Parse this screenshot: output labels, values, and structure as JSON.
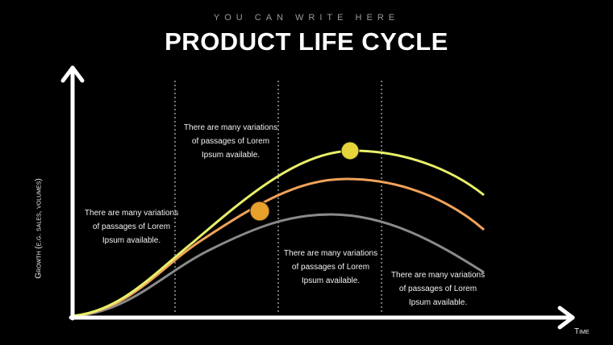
{
  "header": {
    "subtitle": "YOU CAN WRITE HERE",
    "title": "PRODUCT LIFE CYCLE"
  },
  "axes": {
    "y_label": "Growth (e.g. sales, volumes)",
    "x_label": "Time"
  },
  "notes": [
    {
      "line1": "There are many variations",
      "line2": "of passages of Lorem",
      "line3": "Ipsum available."
    },
    {
      "line1": "There are many variations",
      "line2": "of passages of Lorem",
      "line3": "Ipsum available."
    },
    {
      "line1": "There are many variations",
      "line2": "of passages of Lorem",
      "line3": "Ipsum available."
    },
    {
      "line1": "There are many variations",
      "line2": "of passages of Lorem",
      "line3": "Ipsum available."
    }
  ],
  "colors": {
    "background": "#000000",
    "curve_yellow": "#e8f06a",
    "curve_orange": "#f0a25a",
    "curve_gray": "#8a8a8a",
    "dot_yellow": "#e6d43a",
    "dot_orange": "#e9a02a",
    "divider": "#9a9a9a"
  }
}
